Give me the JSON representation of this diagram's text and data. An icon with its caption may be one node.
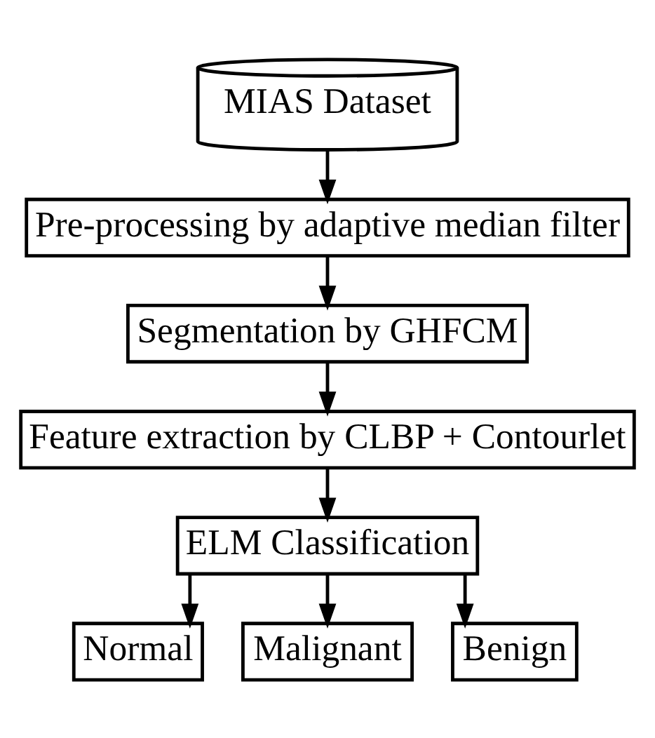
{
  "diagram": {
    "nodes": [
      {
        "text": [
          "MIAS Dataset"
        ]
      },
      {
        "text": [
          "Pre-processing by adaptive median filter"
        ]
      },
      {
        "text": [
          "Segmentation by GHFCM"
        ]
      },
      {
        "text": [
          "Feature extraction by CLBP + Contourlet"
        ]
      },
      {
        "text": [
          "ELM Classification"
        ]
      },
      {
        "text": [
          "Normal"
        ]
      },
      {
        "text": [
          "Malignant"
        ]
      },
      {
        "text": [
          "Benign"
        ]
      }
    ],
    "edges": [
      {
        "from": 0,
        "to": 1,
        "arrow": "to"
      },
      {
        "from": 1,
        "to": 2,
        "arrow": "to"
      },
      {
        "from": 2,
        "to": 3,
        "arrow": "to"
      },
      {
        "from": 3,
        "to": 4,
        "arrow": "to"
      },
      {
        "from": 4,
        "to": 5,
        "arrow": "to"
      },
      {
        "from": 4,
        "to": 6,
        "arrow": "to"
      },
      {
        "from": 4,
        "to": 7,
        "arrow": "to"
      }
    ]
  }
}
